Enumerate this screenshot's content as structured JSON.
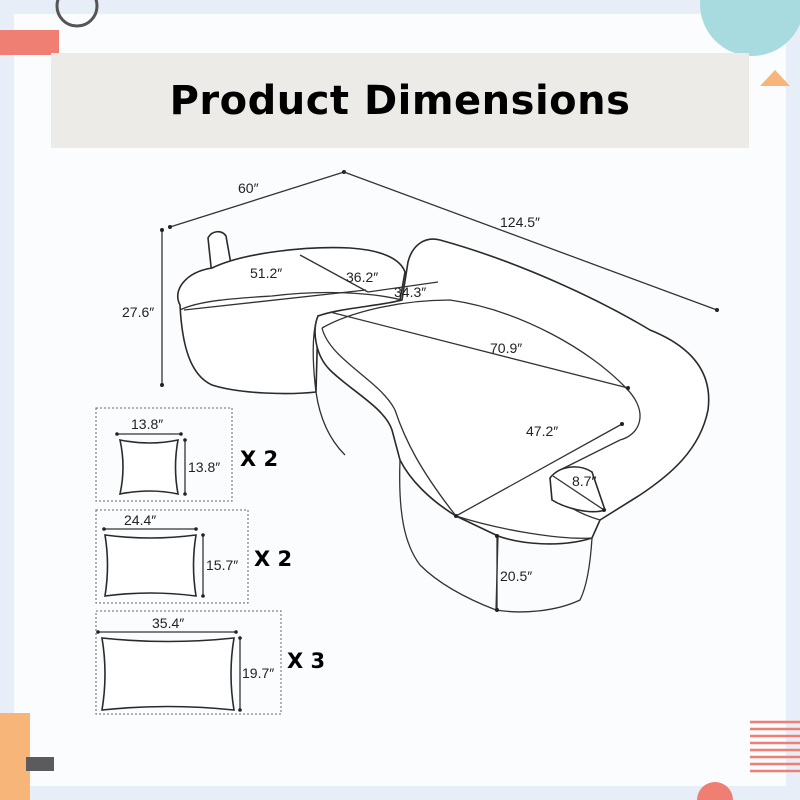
{
  "header": {
    "title": "Product Dimensions"
  },
  "sofa_dimensions": {
    "back_width": "60″",
    "overall_length": "124.5″",
    "height": "27.6″",
    "left_seat_width": "51.2″",
    "left_seat_depth": "36.2″",
    "right_seat_depth": "34.3″",
    "seat_length": "70.9″",
    "seat_width": "47.2″",
    "arm_width": "8.7″",
    "seat_height": "20.5″"
  },
  "pillows": [
    {
      "width": "13.8″",
      "height": "13.8″",
      "quantity": "X 2"
    },
    {
      "width": "24.4″",
      "height": "15.7″",
      "quantity": "X 2"
    },
    {
      "width": "35.4″",
      "height": "19.7″",
      "quantity": "X 3"
    }
  ],
  "colors": {
    "header_bg": "#ecebe8",
    "frame_bg": "#e8eef7",
    "accent_red": "#f07f73",
    "accent_teal": "#a8dbe0",
    "accent_orange": "#f7b57a",
    "accent_gray": "#5b5b5b"
  }
}
